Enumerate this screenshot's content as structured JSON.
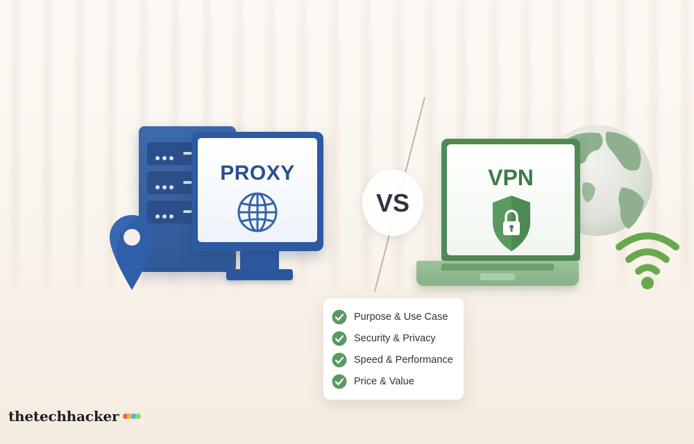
{
  "proxy": {
    "title": "PROXY",
    "color": "#2d5aa0",
    "icons": [
      "server-icon",
      "monitor-icon",
      "globe-icon",
      "location-pin-icon"
    ]
  },
  "comparison": {
    "label": "VS"
  },
  "vpn": {
    "title": "VPN",
    "color": "#4f8a56",
    "icons": [
      "laptop-icon",
      "shield-lock-icon",
      "world-globe-icon",
      "wifi-icon"
    ]
  },
  "features": {
    "check_color": "#5a9a60",
    "items": [
      {
        "label": "Purpose & Use Case"
      },
      {
        "label": "Security & Privacy"
      },
      {
        "label": "Speed & Performance"
      },
      {
        "label": "Price & Value"
      }
    ]
  },
  "brand": {
    "name": "thetechhacker",
    "dot_colors": [
      "#f06a4a",
      "#f5b63a",
      "#4fb6d8",
      "#8fd17a"
    ]
  }
}
